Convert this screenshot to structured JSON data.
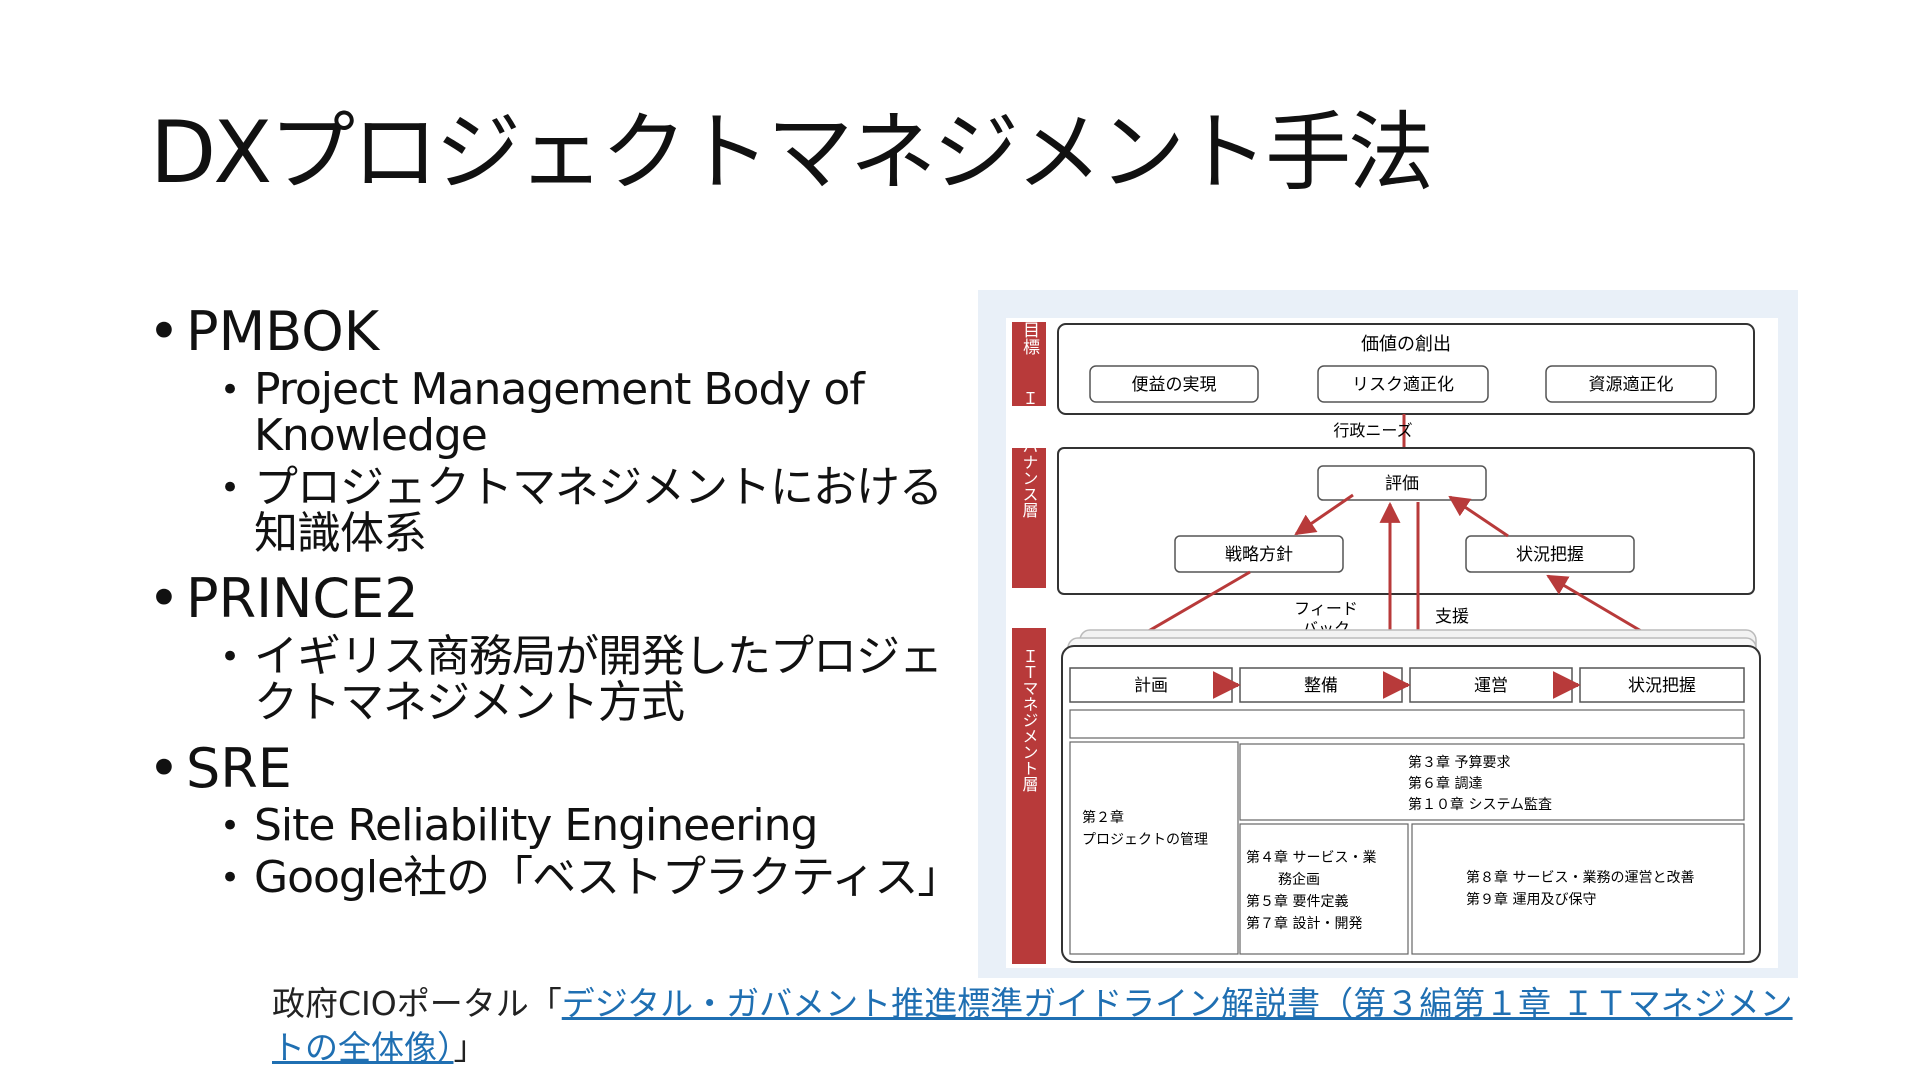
{
  "slide": {
    "title": "DXプロジェクトマネジメント手法",
    "bullets": [
      {
        "label": "PMBOK",
        "subs": [
          "Project Management Body of Knowledge",
          "プロジェクトマネジメントにおける知識体系"
        ]
      },
      {
        "label": "PRINCE2",
        "subs": [
          "イギリス商務局が開発したプロジェクトマネジメント方式"
        ]
      },
      {
        "label": "SRE",
        "subs": [
          "Site Reliability Engineering",
          "Google社の「ベストプラクティス」"
        ]
      }
    ],
    "caption": {
      "prefix": "政府CIOポータル「",
      "link": "デジタル・ガバメント推進標準ガイドライン解説書（第３編第１章 ＩＴマネジメントの全体像）",
      "suffix": "」"
    }
  },
  "diagram": {
    "colors": {
      "layer_tab": "#b83a3a",
      "arrow": "#b83a3a",
      "border": "#333333"
    },
    "layers": {
      "goal": "目標",
      "governance": "ＩＴガバナンス層",
      "management": "ＩＴマネジメント層"
    },
    "goal": {
      "title": "価値の創出",
      "items": [
        "便益の実現",
        "リスク適正化",
        "資源適正化"
      ]
    },
    "gyosei_needs": "行政ニーズ",
    "governance": {
      "evaluate": "評価",
      "strategy": "戦略方針",
      "status": "状況把握"
    },
    "feedback": "フィード\nバック",
    "feedback_lines": [
      "フィード",
      "バック"
    ],
    "support": "支援",
    "cycle": [
      "計画",
      "整備",
      "運営",
      "状況把握"
    ],
    "chapters": {
      "left": [
        "第２章",
        "プロジェクトの管理"
      ],
      "top": [
        "第３章 予算要求",
        "第６章 調達",
        "第１０章 システム監査"
      ],
      "bottom_left": [
        "第４章 サービス・業",
        "務企画",
        "第５章 要件定義",
        "第７章 設計・開発"
      ],
      "bottom_right": [
        "第８章 サービス・業務の運営と改善",
        "第９章 運用及び保守"
      ]
    }
  }
}
